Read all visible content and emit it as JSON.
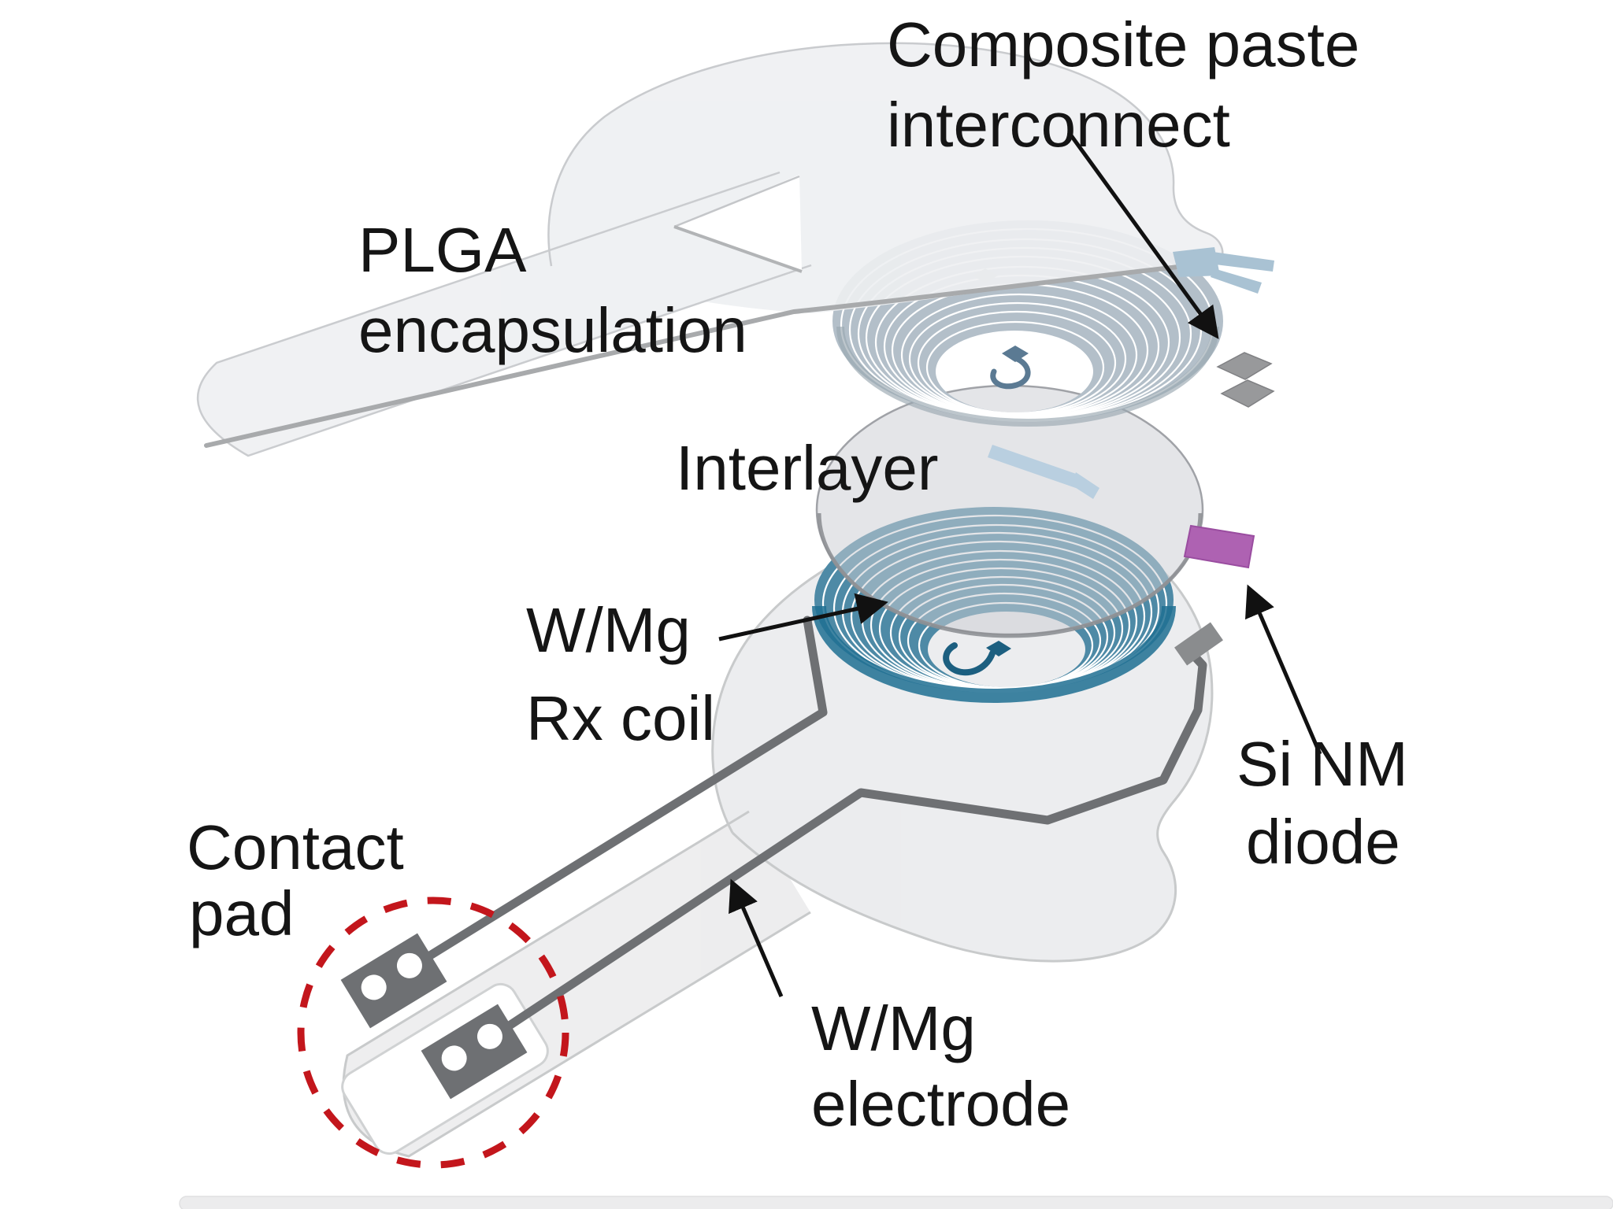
{
  "figure_type": "exploded-view schematic of bioresorbable wireless implant",
  "labels": {
    "composite": [
      "Composite paste",
      "interconnect"
    ],
    "plga": [
      "PLGA",
      "encapsulation"
    ],
    "interlayer": "Interlayer",
    "rx_coil": [
      "W/Mg",
      "Rx coil"
    ],
    "diode": [
      "Si NM",
      "diode"
    ],
    "contact_pad": [
      "Contact",
      "pad"
    ],
    "electrode": [
      "W/Mg",
      "electrode"
    ]
  },
  "colors": {
    "text": "#151515",
    "contact_red": "#c3161c",
    "arrow": "#111111",
    "rx_coil_teal": "#4e8aa6",
    "rx_coil_rim": "#1f6e92",
    "upper_coil_gray_blue": "#b3bfc9",
    "diode_purple": "#ae62b2",
    "paste_gray": "#98999b",
    "tab_blue": "#b9cfe0",
    "fork_blue": "#a9c2d3",
    "sheet_gray": "#eef0f2",
    "substrate_gray": "#ededee",
    "trace_gray": "#6e7073",
    "interlayer_fill": "rgba(204,206,211,0.52)"
  }
}
